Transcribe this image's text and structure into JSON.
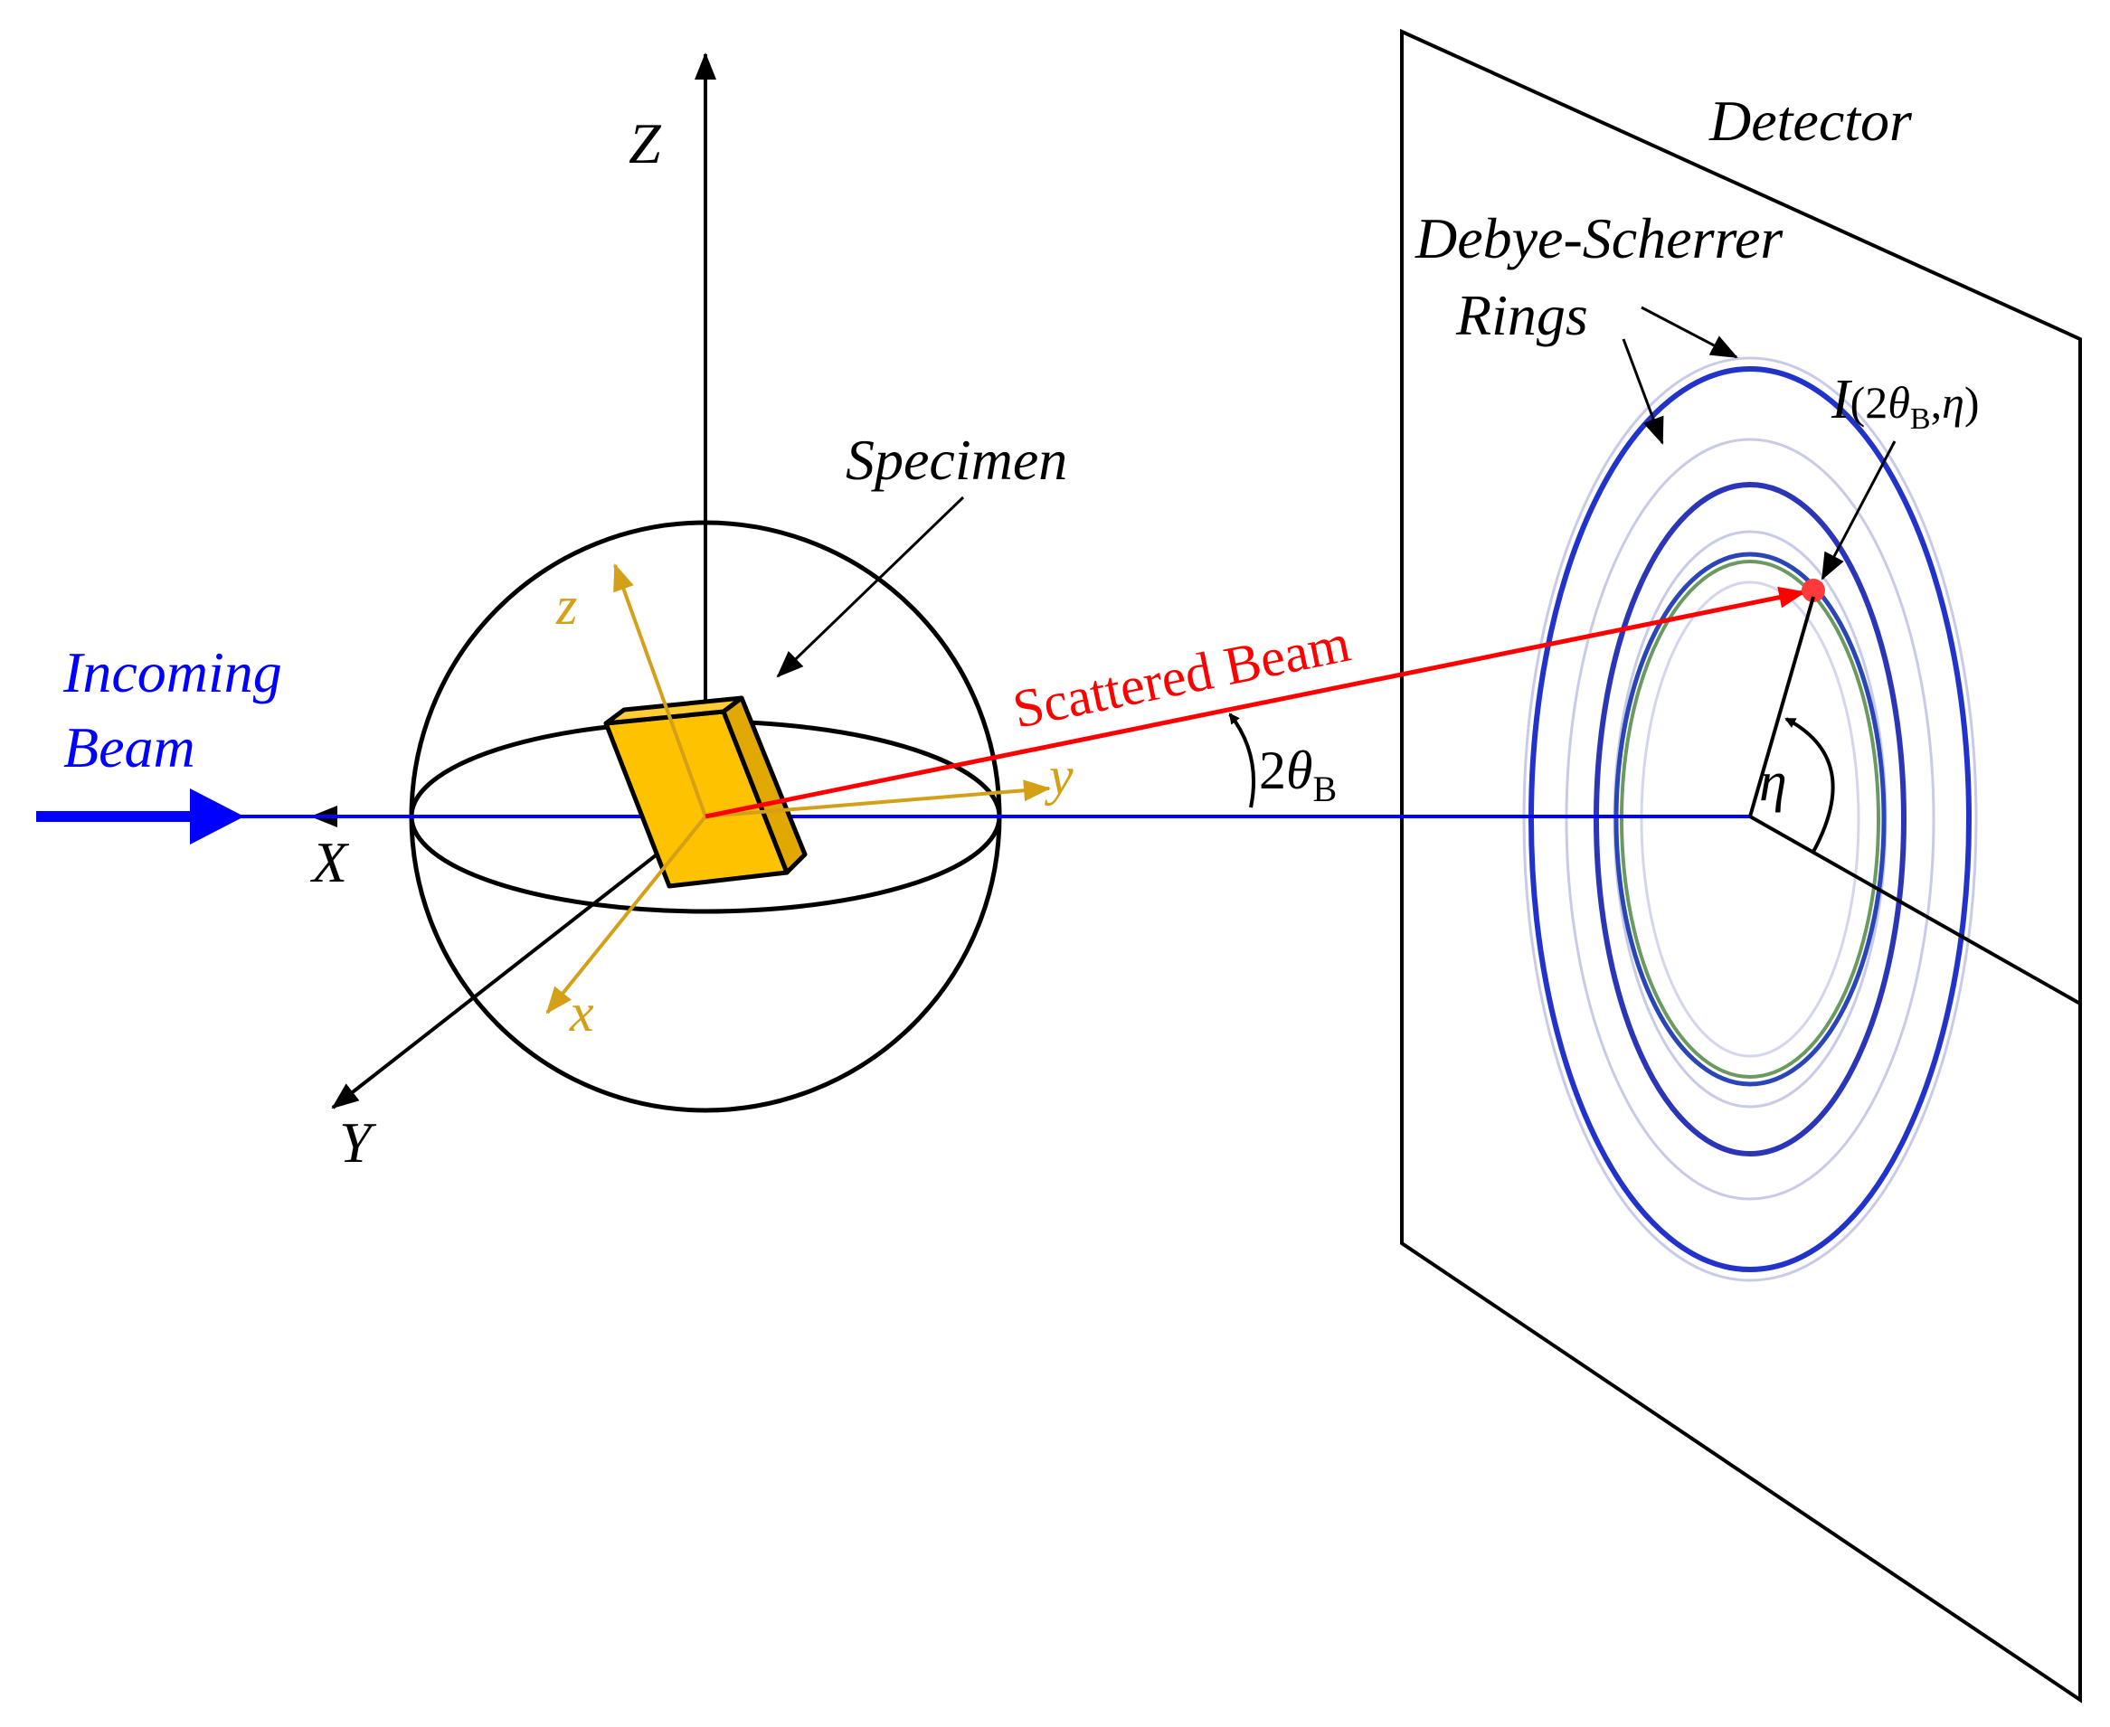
{
  "labels": {
    "incoming_beam_line1": "Incoming",
    "incoming_beam_line2": "Beam",
    "axis_X": "X",
    "axis_Y": "Y",
    "axis_Z": "Z",
    "axis_x": "x",
    "axis_y": "y",
    "axis_z": "z",
    "specimen": "Specimen",
    "scattered_beam": "Scattered Beam",
    "angle_2": "2",
    "angle_theta": "θ",
    "angle_sub": "B",
    "eta": "η",
    "detector": "Detector",
    "rings_line1": "Debye-Scherrer",
    "rings_line2": "Rings",
    "intensity_I": "I",
    "intensity_open": "(2",
    "intensity_theta": "θ",
    "intensity_sub": "B",
    "intensity_comma": ",",
    "intensity_eta": "η",
    "intensity_close": ")"
  },
  "colors": {
    "incoming_beam": "#0000ff",
    "scattered_beam": "#ff0000",
    "sample_axes": "#d4a017",
    "specimen_fill": "#ffc200",
    "specimen_side": "#e0a800",
    "rings": "#2233cc",
    "lab_axes": "#000000"
  }
}
